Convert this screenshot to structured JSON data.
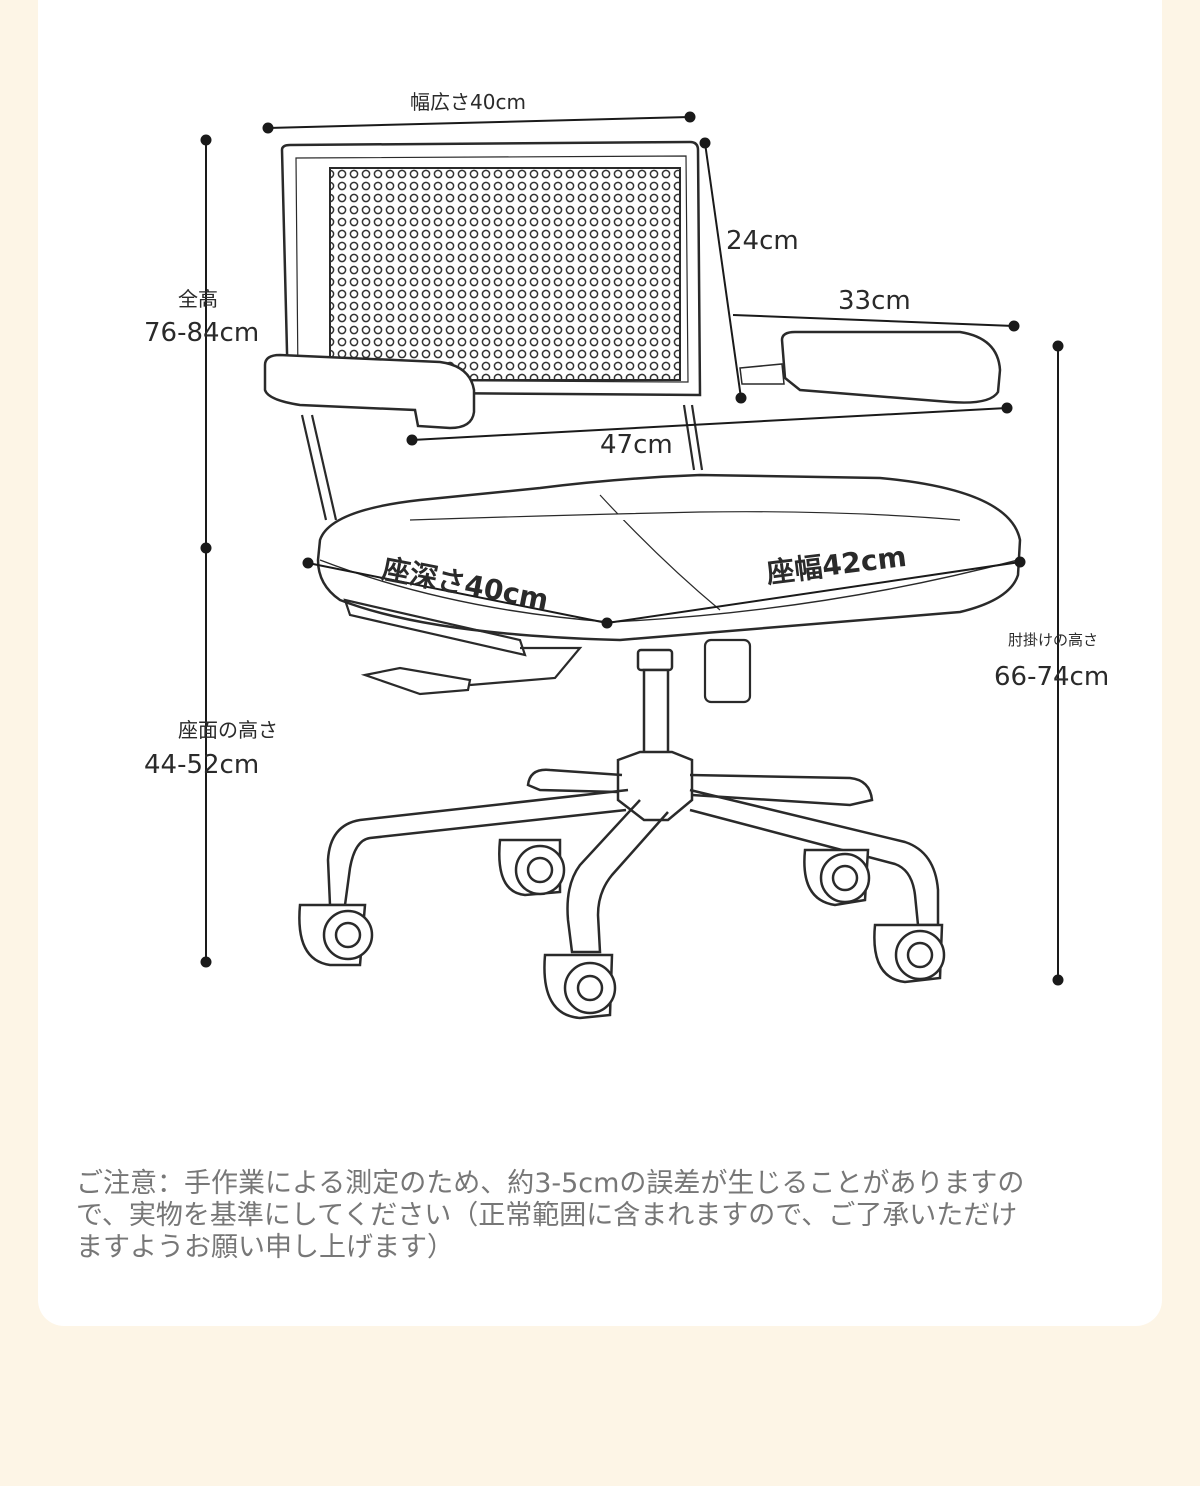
{
  "labels": {
    "width": "幅広さ40cm",
    "back_height": "24cm",
    "armrest_length": "33cm",
    "total_height_title": "全高",
    "total_height_value": "76-84cm",
    "arm_span": "47cm",
    "seat_depth": "座深さ40cm",
    "seat_width": "座幅42cm",
    "armrest_height_title": "肘掛けの高さ",
    "armrest_height_value": "66-74cm",
    "seat_height_title": "座面の高さ",
    "seat_height_value": "44-52cm"
  },
  "note": {
    "line1": "ご注意：手作業による測定のため、約3-5cmの誤差が生じることがありますの",
    "line2": "で、実物を基準にしてください（正常範囲に含まれますので、ご了承いただけ",
    "line3": "ますようお願い申し上げます）"
  },
  "colors": {
    "page_background": "#fdf5e6",
    "card": "#ffffff",
    "line_art": "#2a2a2a",
    "note_text": "#777777"
  }
}
